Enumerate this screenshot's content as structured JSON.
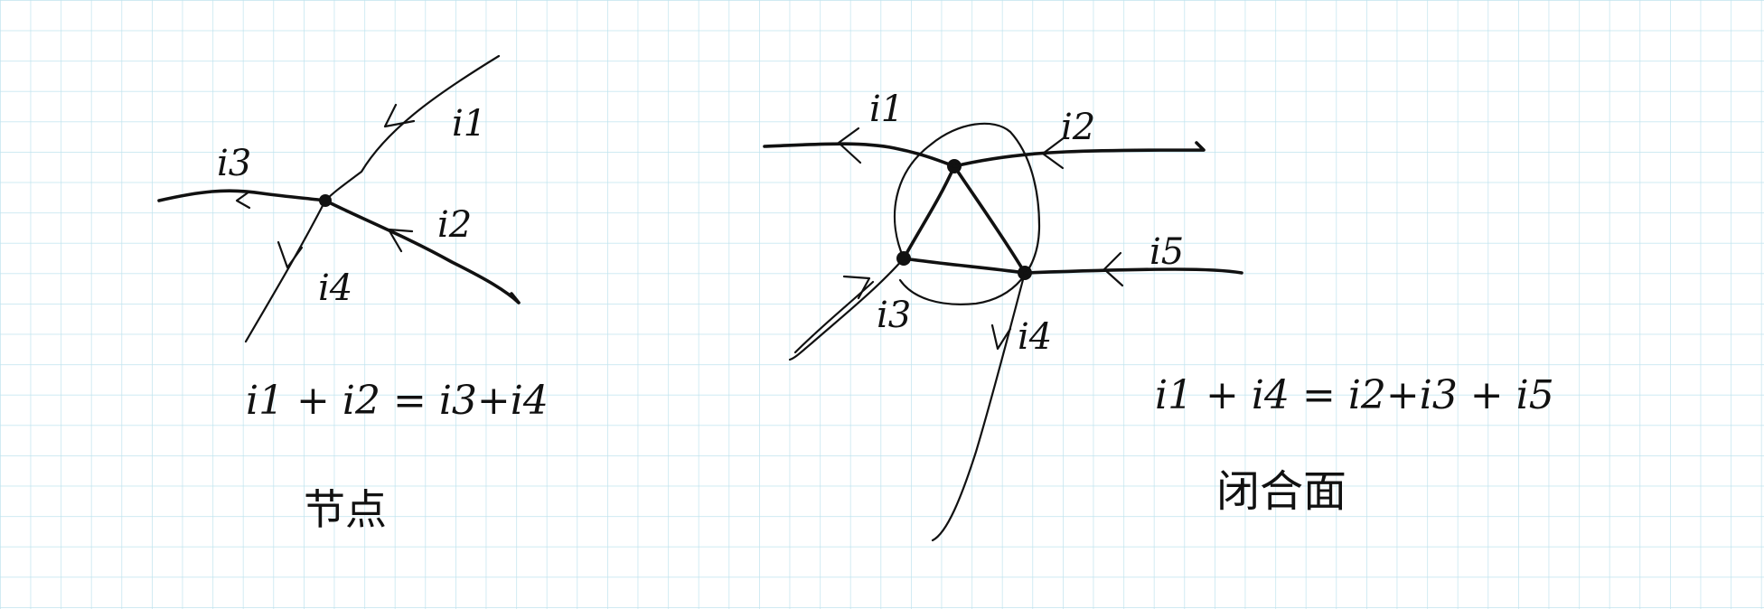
{
  "left_diagram": {
    "currents": [
      "i1",
      "i2",
      "i3",
      "i4"
    ],
    "equation": "i1 + i2 = i3+i4",
    "caption": "节点"
  },
  "right_diagram": {
    "currents": [
      "i1",
      "i2",
      "i3",
      "i4",
      "i5"
    ],
    "equation": "i1 + i4 = i2+i3 + i5",
    "caption": "闭合面"
  }
}
